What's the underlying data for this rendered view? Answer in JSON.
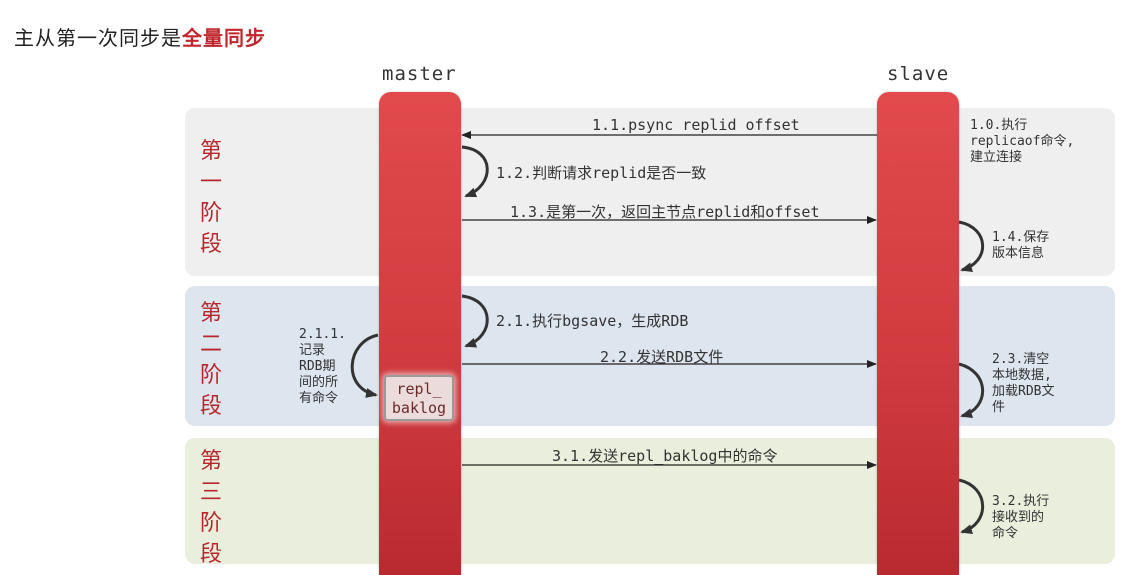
{
  "title": {
    "main": "主从第一次同步是",
    "emphasis": "全量同步"
  },
  "columns": {
    "master": "master",
    "slave": "slave"
  },
  "phases": [
    {
      "label": [
        "第",
        "一",
        "阶",
        "段"
      ]
    },
    {
      "label": [
        "第",
        "二",
        "阶",
        "段"
      ]
    },
    {
      "label": [
        "第",
        "三",
        "阶",
        "段"
      ]
    }
  ],
  "steps": {
    "s1_0": [
      "1.0.执行",
      "replicaof命令,",
      "建立连接"
    ],
    "s1_1": "1.1.psync replid offset",
    "s1_2": "1.2.判断请求replid是否一致",
    "s1_3": "1.3.是第一次，返回主节点replid和offset",
    "s1_4": [
      "1.4.保存",
      "版本信息"
    ],
    "s2_1": "2.1.执行bgsave，生成RDB",
    "s2_1_1": [
      "2.1.1.",
      "记录",
      "RDB期",
      "间的所",
      "有命令"
    ],
    "s2_2": "2.2.发送RDB文件",
    "s2_3": [
      "2.3.清空",
      "本地数据,",
      "加载RDB文",
      "件"
    ],
    "s3_1": "3.1.发送repl_baklog中的命令",
    "s3_2": [
      "3.2.执行",
      "接收到的",
      "命令"
    ]
  },
  "repl_box": [
    "repl_",
    "baklog"
  ]
}
